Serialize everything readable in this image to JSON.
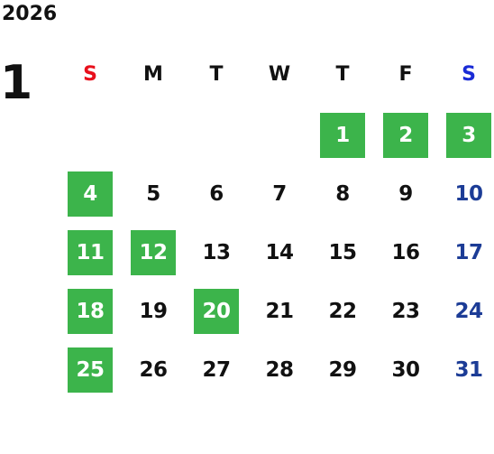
{
  "calendar": {
    "year": "2026",
    "month": "1",
    "weekdays": [
      "S",
      "M",
      "T",
      "W",
      "T",
      "F",
      "S"
    ],
    "highlight_color": "#3cb44b",
    "sunday_header_color": "#e8101c",
    "saturday_header_color": "#1a2bd6",
    "saturday_date_color": "#1c3c96",
    "weeks": [
      [
        {
          "day": "",
          "highlighted": false
        },
        {
          "day": "",
          "highlighted": false
        },
        {
          "day": "",
          "highlighted": false
        },
        {
          "day": "",
          "highlighted": false
        },
        {
          "day": "1",
          "highlighted": true
        },
        {
          "day": "2",
          "highlighted": true
        },
        {
          "day": "3",
          "highlighted": true
        }
      ],
      [
        {
          "day": "4",
          "highlighted": true
        },
        {
          "day": "5",
          "highlighted": false
        },
        {
          "day": "6",
          "highlighted": false
        },
        {
          "day": "7",
          "highlighted": false
        },
        {
          "day": "8",
          "highlighted": false
        },
        {
          "day": "9",
          "highlighted": false
        },
        {
          "day": "10",
          "highlighted": false
        }
      ],
      [
        {
          "day": "11",
          "highlighted": true
        },
        {
          "day": "12",
          "highlighted": true
        },
        {
          "day": "13",
          "highlighted": false
        },
        {
          "day": "14",
          "highlighted": false
        },
        {
          "day": "15",
          "highlighted": false
        },
        {
          "day": "16",
          "highlighted": false
        },
        {
          "day": "17",
          "highlighted": false
        }
      ],
      [
        {
          "day": "18",
          "highlighted": true
        },
        {
          "day": "19",
          "highlighted": false
        },
        {
          "day": "20",
          "highlighted": true
        },
        {
          "day": "21",
          "highlighted": false
        },
        {
          "day": "22",
          "highlighted": false
        },
        {
          "day": "23",
          "highlighted": false
        },
        {
          "day": "24",
          "highlighted": false
        }
      ],
      [
        {
          "day": "25",
          "highlighted": true
        },
        {
          "day": "26",
          "highlighted": false
        },
        {
          "day": "27",
          "highlighted": false
        },
        {
          "day": "28",
          "highlighted": false
        },
        {
          "day": "29",
          "highlighted": false
        },
        {
          "day": "30",
          "highlighted": false
        },
        {
          "day": "31",
          "highlighted": false
        }
      ]
    ]
  }
}
